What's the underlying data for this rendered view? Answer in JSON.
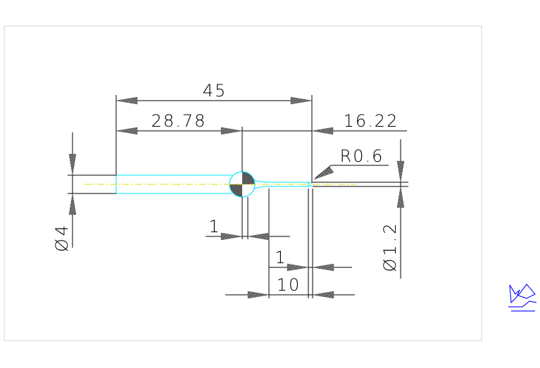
{
  "dimensions": {
    "overall_length": "45",
    "left_length": "28.78",
    "right_length": "16.22",
    "tip_radius": "R0.6",
    "shaft_diameter": "Ø4",
    "tip_diameter": "Ø1.2",
    "ball_gap": "1",
    "tip_gap": "1",
    "neck_length": "10"
  },
  "colors": {
    "background": "#ffffff",
    "paper": "#ffffff",
    "paper_border": "#d6d6d6",
    "dim_line": "#000000",
    "arrow_fill": "#5a5a5a",
    "part_outline": "#00e5ff",
    "center_line": "#e0e000",
    "ucs_icon": "#1a1aff"
  },
  "icons": {
    "ucs": "ucs-icon"
  }
}
